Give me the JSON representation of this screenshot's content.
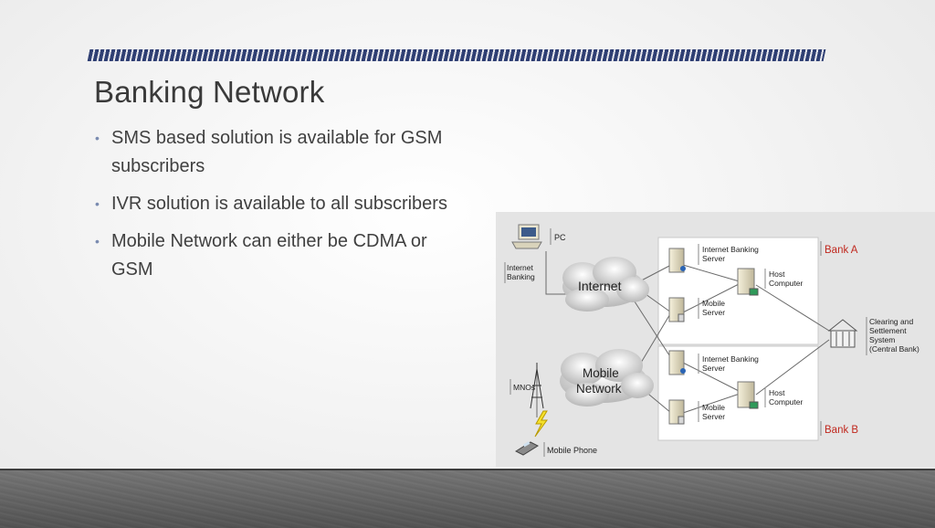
{
  "slide": {
    "title": "Banking Network",
    "bullets": [
      {
        "line1": "SMS based solution is available for GSM",
        "line2": "subscribers"
      },
      {
        "line1": "IVR solution is available to all subscribers",
        "line2": ""
      },
      {
        "line1": "Mobile Network can either be CDMA or",
        "line2": "GSM"
      }
    ],
    "accent_color": "#2f3f73"
  },
  "diagram": {
    "pc_label": "PC",
    "internet_banking_label": [
      "Internet",
      "Banking"
    ],
    "internet_cloud": "Internet",
    "mobile_cloud": [
      "Mobile",
      "Network"
    ],
    "mnos_label": "MNOs",
    "mobile_phone_label": "Mobile Phone",
    "bank_a": {
      "name": "Bank A",
      "ib_server": [
        "Internet Banking",
        "Server"
      ],
      "mobile_server": [
        "Mobile",
        "Server"
      ],
      "host": [
        "Host",
        "Computer"
      ]
    },
    "bank_b": {
      "name": "Bank B",
      "ib_server": [
        "Internet Banking",
        "Server"
      ],
      "mobile_server": [
        "Mobile",
        "Server"
      ],
      "host": [
        "Host",
        "Computer"
      ]
    },
    "clearing": [
      "Clearing and",
      "Settlement",
      "System",
      "(Central Bank)"
    ],
    "bank_color": "#c0281e"
  }
}
